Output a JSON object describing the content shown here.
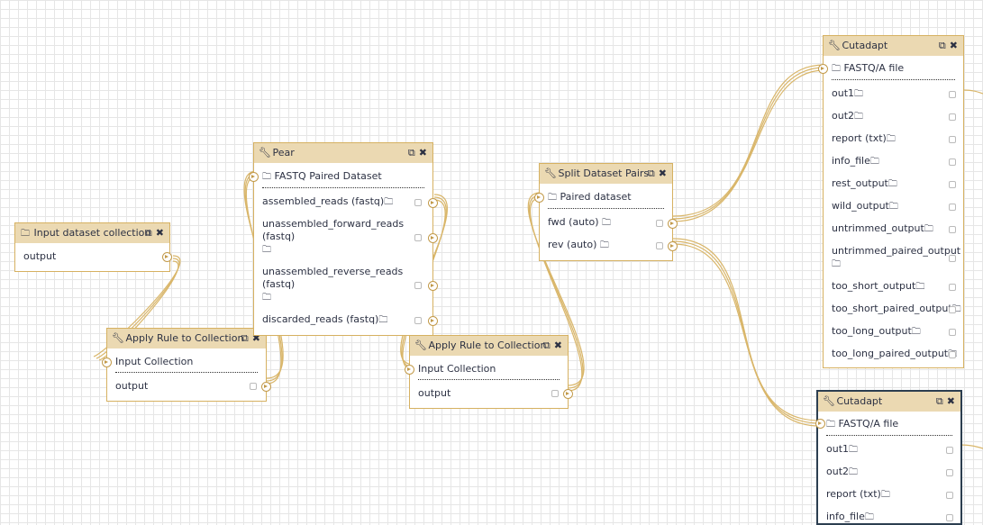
{
  "icons": {
    "wrench": "wrench-icon",
    "folder": "folder-icon",
    "copy": "copy-icon",
    "close": "close-icon"
  },
  "colors": {
    "title_bg": "#ebd9b2",
    "border": "#d6b161",
    "wire": "#d9b66a",
    "active_border": "#2c3e50"
  },
  "nodes": {
    "input_collection": {
      "title": "Input dataset collection",
      "outputs": [
        "output"
      ]
    },
    "apply_rule_1": {
      "title": "Apply Rule to Collection",
      "input": "Input Collection",
      "outputs": [
        "output"
      ]
    },
    "pear": {
      "title": "Pear",
      "input": "FASTQ Paired Dataset",
      "outputs": [
        "assembled_reads (fastq)",
        "unassembled_forward_reads (fastq)",
        "unassembled_reverse_reads (fastq)",
        "discarded_reads (fastq)"
      ]
    },
    "apply_rule_2": {
      "title": "Apply Rule to Collection",
      "input": "Input Collection",
      "outputs": [
        "output"
      ]
    },
    "split_pairs": {
      "title": "Split Dataset Pairs",
      "input": "Paired dataset",
      "outputs": [
        "fwd (auto)",
        "rev (auto)"
      ]
    },
    "cutadapt_1": {
      "title": "Cutadapt",
      "input": "FASTQ/A file",
      "outputs": [
        "out1",
        "out2",
        "report (txt)",
        "info_file",
        "rest_output",
        "wild_output",
        "untrimmed_output",
        "untrimmed_paired_output",
        "too_short_output",
        "too_short_paired_output",
        "too_long_output",
        "too_long_paired_output"
      ]
    },
    "cutadapt_2": {
      "title": "Cutadapt",
      "input": "FASTQ/A file",
      "outputs": [
        "out1",
        "out2",
        "report (txt)",
        "info_file"
      ]
    }
  }
}
